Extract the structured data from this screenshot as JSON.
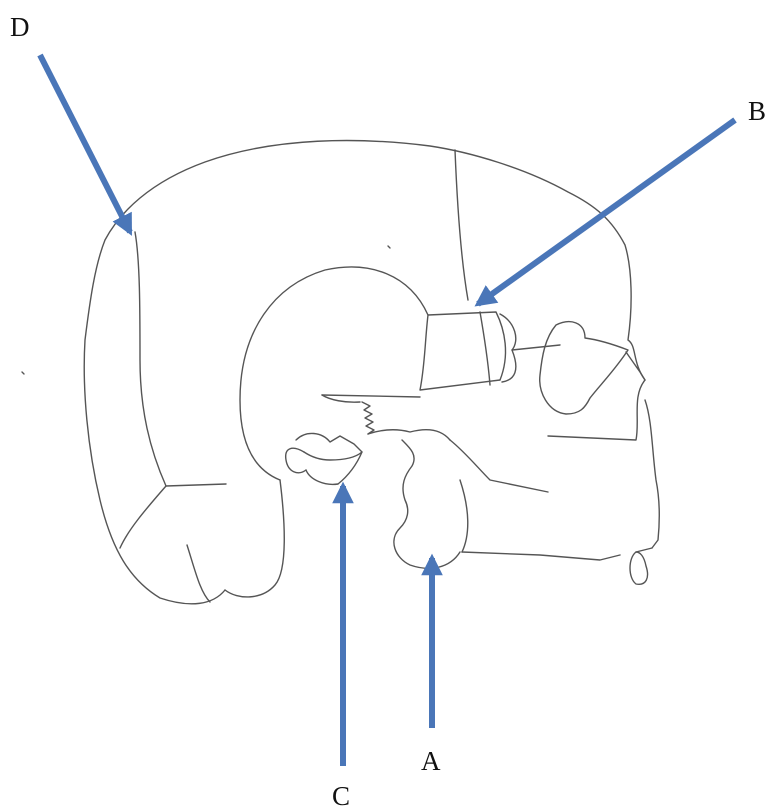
{
  "labels": {
    "a": "A",
    "b": "B",
    "c": "C",
    "d": "D"
  },
  "colors": {
    "arrow": "#4A76B8",
    "outline": "#555555",
    "background": "#ffffff"
  }
}
